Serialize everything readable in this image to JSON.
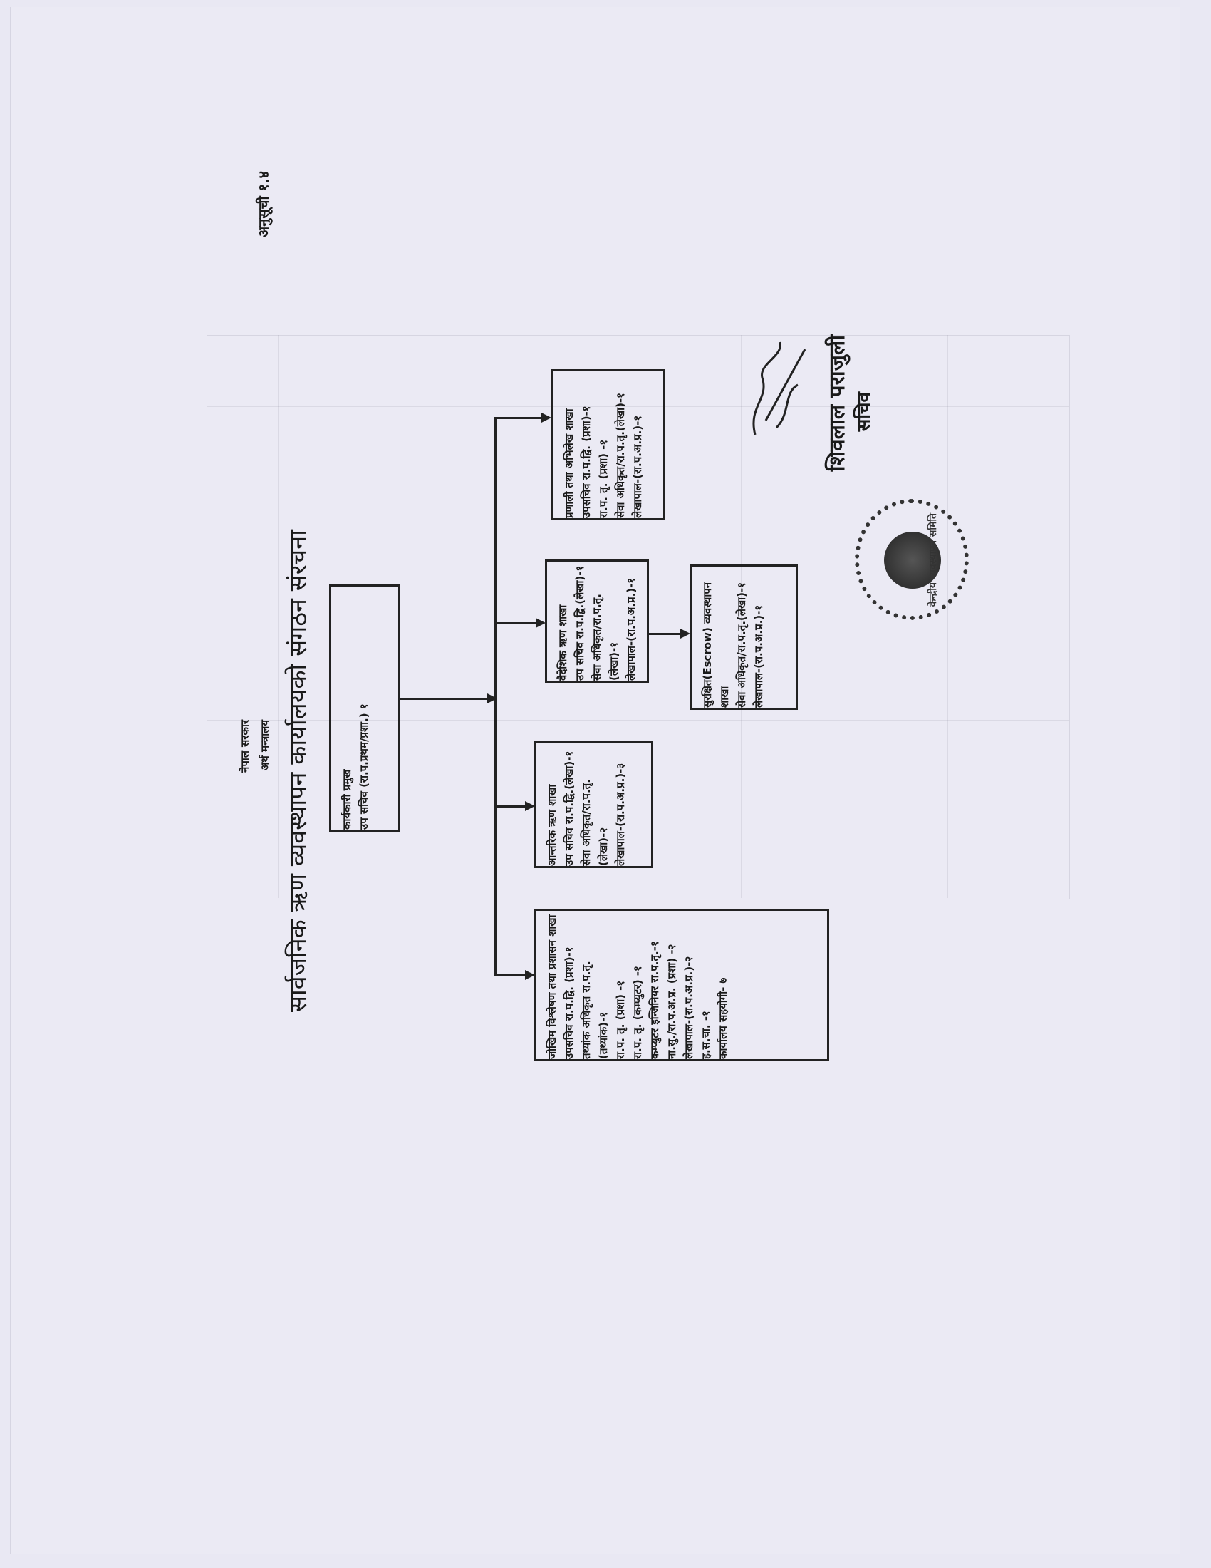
{
  "annex_label": "अनुसूची १.४",
  "header": {
    "government": "नेपाल सरकार",
    "ministry": "अर्थ मन्त्रालय",
    "title": "सार्वजनिक ऋण व्यवस्थापन कार्यालयको संगठन संरचना"
  },
  "org_chart": {
    "head": {
      "title": "कार्यकारी प्रमुख",
      "lines": [
        "उप सचिव (रा.प.प्रथम/प्रशा.) १"
      ]
    },
    "units": [
      {
        "title": "प्रणाली तथा अभिलेख शाखा",
        "lines": [
          "उपसचिव रा.प.द्वि. (प्रशा)-१",
          "रा.प. तृ. (प्रशा) -१",
          "सेवा अधिकृत/रा.प.तृ.(लेखा)-१",
          "लेखापाल-(रा.प.अ.प्र.)-१"
        ]
      },
      {
        "title": "वैदेशिक ऋण शाखा",
        "lines": [
          "उप सचिव रा.प.द्वि.(लेखा)-१",
          "सेवा अधिकृत/रा.प.तृ.(लेखा)-१",
          "लेखापाल-(रा.प.अ.प्र.)-१"
        ]
      },
      {
        "title": "आन्तरिक ऋण शाखा",
        "lines": [
          "उप सचिव रा.प.द्वि.(लेखा)-१",
          "सेवा अधिकृत/रा.प.तृ.(लेखा)-२",
          "लेखापाल-(रा.प.अ.प्र.)-३"
        ]
      },
      {
        "title": "जोखिम विश्लेषण तथा प्रशासन शाखा",
        "lines": [
          "उपसचिव रा.प.द्वि. (प्रशा)-१",
          "तथ्यांक अधिकृत रा.प.तृ. (तथ्यांक)-१",
          "रा.प. तृ. (प्रशा) -१",
          "रा.प. तृ. (कम्प्युटर) -१",
          "कम्प्युटर इन्जिनियर रा.प.तृ.-१",
          "ना.सु./रा.प.अ.प्र. (प्रशा) -२",
          "लेखापाल-(रा.प.अ.प्र.)-२",
          "ह.स.चा. -१",
          "कार्यालय सहयोगी- ७"
        ]
      }
    ],
    "sub_unit": {
      "title": "सुरक्षित(Escrow) व्यवस्थापन शाखा",
      "lines": [
        "सेवा अधिकृत/रा.प.तृ.(लेखा)-१",
        "लेखापाल-(रा.प.अ.प्र.)-१"
      ]
    }
  },
  "signature": {
    "name": "शिवलाल पराजुली",
    "role": "सचिव"
  },
  "seal": {
    "text": "केन्द्रीय व्यवस्थापन समिति"
  }
}
